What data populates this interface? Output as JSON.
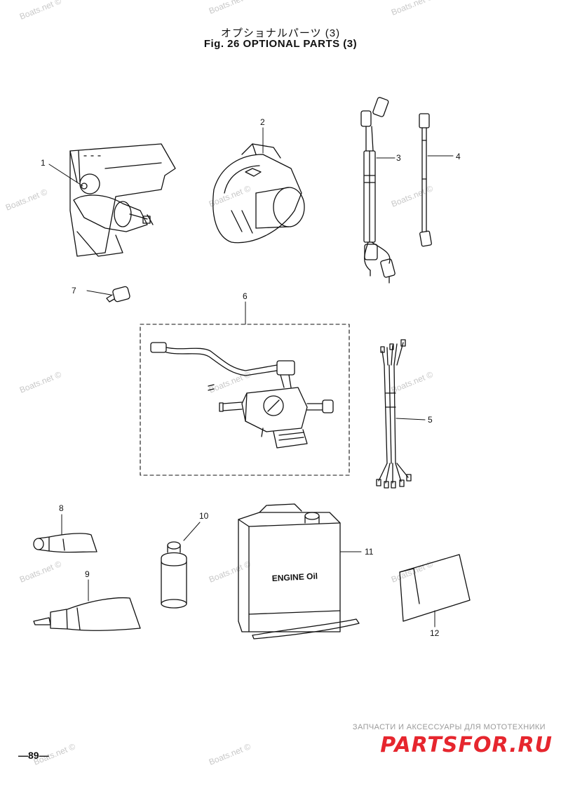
{
  "header": {
    "title_jp": "オプショナルパーツ (3)",
    "title_en": "Fig. 26   OPTIONAL PARTS (3)"
  },
  "callouts": [
    "1",
    "2",
    "3",
    "4",
    "5",
    "6",
    "7",
    "8",
    "9",
    "10",
    "11",
    "12"
  ],
  "labels": {
    "engine_oil": "ENGINE Oil"
  },
  "watermark": "Boats.net ©",
  "footer": {
    "page_number": "—89—",
    "shop_caption": "ЗАПЧАСТИ И АКСЕССУАРЫ ДЛЯ МОТОТЕХНИКИ",
    "shop_logo": "PARTSFOR.RU"
  },
  "colors": {
    "line": "#111111",
    "watermark": "#c8c8c8",
    "logo": "#e6262e"
  }
}
